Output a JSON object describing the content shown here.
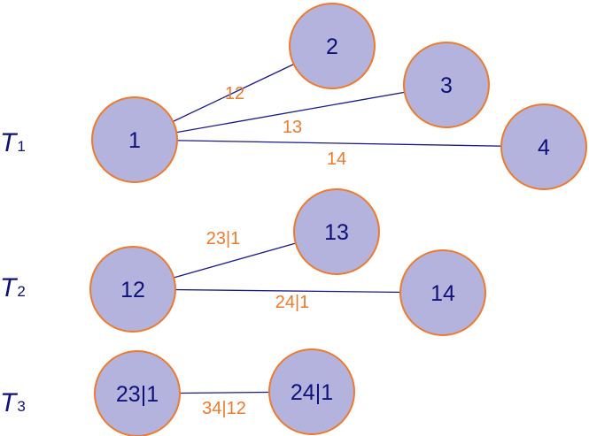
{
  "colors": {
    "node_fill": "#b3b3dd",
    "node_border": "#ef7a2b",
    "node_text": "#10107a",
    "edge_line": "#1a1a8c",
    "edge_text": "#ef7a2b"
  },
  "trees": [
    {
      "letter": "T",
      "subscript": "1",
      "nodes": [
        {
          "id": "n1",
          "label": "1"
        },
        {
          "id": "n2",
          "label": "2"
        },
        {
          "id": "n3",
          "label": "3"
        },
        {
          "id": "n4",
          "label": "4"
        }
      ],
      "edges": [
        {
          "from": "n1",
          "to": "n2",
          "label": "12"
        },
        {
          "from": "n1",
          "to": "n3",
          "label": "13"
        },
        {
          "from": "n1",
          "to": "n4",
          "label": "14"
        }
      ]
    },
    {
      "letter": "T",
      "subscript": "2",
      "nodes": [
        {
          "id": "n12",
          "label": "12"
        },
        {
          "id": "n13",
          "label": "13"
        },
        {
          "id": "n14",
          "label": "14"
        }
      ],
      "edges": [
        {
          "from": "n12",
          "to": "n13",
          "label": "23|1"
        },
        {
          "from": "n12",
          "to": "n14",
          "label": "24|1"
        }
      ]
    },
    {
      "letter": "T",
      "subscript": "3",
      "nodes": [
        {
          "id": "n23_1",
          "label": "23|1"
        },
        {
          "id": "n24_1",
          "label": "24|1"
        }
      ],
      "edges": [
        {
          "from": "n23_1",
          "to": "n24_1",
          "label": "34|12"
        }
      ]
    }
  ]
}
